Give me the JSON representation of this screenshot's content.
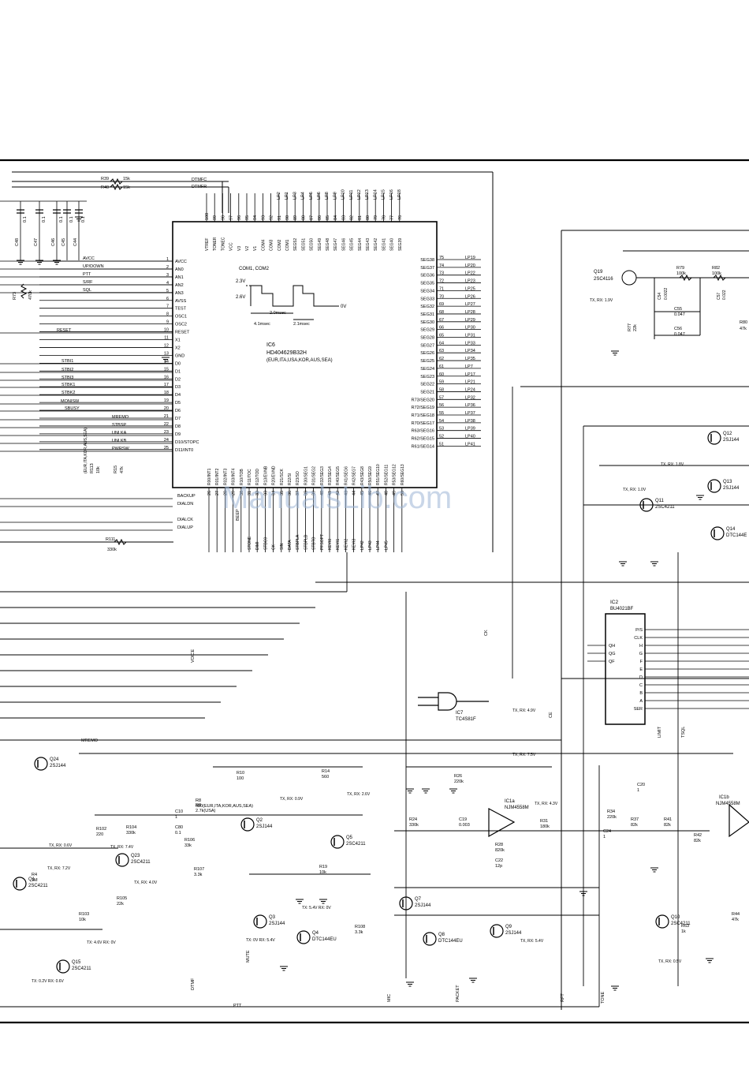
{
  "watermark": "ManualsLib.com",
  "ic6": {
    "ref": "IC6",
    "part": "HD404629B32H",
    "variant": "(EUR,ITA,USA,KOR,AUS,SEA)",
    "left_pins": [
      {
        "num": "1",
        "name": "AVCC"
      },
      {
        "num": "2",
        "name": "AN0"
      },
      {
        "num": "3",
        "name": "AN1"
      },
      {
        "num": "4",
        "name": "AN2"
      },
      {
        "num": "5",
        "name": "AN3"
      },
      {
        "num": "6",
        "name": "AVSS"
      },
      {
        "num": "7",
        "name": "TEST"
      },
      {
        "num": "8",
        "name": "OSC1"
      },
      {
        "num": "9",
        "name": "OSC2"
      },
      {
        "num": "10",
        "name": "RESET"
      },
      {
        "num": "11",
        "name": "X1"
      },
      {
        "num": "12",
        "name": "X2"
      },
      {
        "num": "13",
        "name": "GND"
      },
      {
        "num": "14",
        "name": "D0"
      },
      {
        "num": "15",
        "name": "D1"
      },
      {
        "num": "16",
        "name": "D2"
      },
      {
        "num": "17",
        "name": "D3"
      },
      {
        "num": "18",
        "name": "D4"
      },
      {
        "num": "19",
        "name": "D5"
      },
      {
        "num": "20",
        "name": "D6"
      },
      {
        "num": "21",
        "name": "D7"
      },
      {
        "num": "22",
        "name": "D8"
      },
      {
        "num": "23",
        "name": "D9"
      },
      {
        "num": "24",
        "name": "D10/STOPC"
      },
      {
        "num": "25",
        "name": "D11/INT0"
      }
    ],
    "right_pins": [
      {
        "num": "75",
        "name": "SEG38",
        "net": "LP19"
      },
      {
        "num": "74",
        "name": "SEG37",
        "net": "LP20"
      },
      {
        "num": "73",
        "name": "SEG36",
        "net": "LP22"
      },
      {
        "num": "72",
        "name": "SEG35",
        "net": "LP23"
      },
      {
        "num": "71",
        "name": "SEG34",
        "net": "LP25"
      },
      {
        "num": "70",
        "name": "SEG33",
        "net": "LP26"
      },
      {
        "num": "69",
        "name": "SEG32",
        "net": "LP27"
      },
      {
        "num": "68",
        "name": "SEG31",
        "net": "LP28"
      },
      {
        "num": "67",
        "name": "SEG30",
        "net": "LP29"
      },
      {
        "num": "66",
        "name": "SEG29",
        "net": "LP30"
      },
      {
        "num": "65",
        "name": "SEG28",
        "net": "LP31"
      },
      {
        "num": "64",
        "name": "SEG27",
        "net": "LP33"
      },
      {
        "num": "63",
        "name": "SEG26",
        "net": "LP34"
      },
      {
        "num": "62",
        "name": "SEG25",
        "net": "LP35"
      },
      {
        "num": "61",
        "name": "SEG24",
        "net": "LP7"
      },
      {
        "num": "60",
        "name": "SEG23",
        "net": "LP17"
      },
      {
        "num": "59",
        "name": "SEG22",
        "net": "LP21"
      },
      {
        "num": "58",
        "name": "SEG21",
        "net": "LP24"
      },
      {
        "num": "57",
        "name": "R73/SEG20",
        "net": "LP32"
      },
      {
        "num": "56",
        "name": "R72/SEG19",
        "net": "LP36"
      },
      {
        "num": "55",
        "name": "R71/SEG18",
        "net": "LP37"
      },
      {
        "num": "54",
        "name": "R70/SEG17",
        "net": "LP38"
      },
      {
        "num": "53",
        "name": "R63/SEG16",
        "net": "LP39"
      },
      {
        "num": "52",
        "name": "R62/SEG15",
        "net": "LP40"
      },
      {
        "num": "51",
        "name": "R61/SEG14",
        "net": "LP41"
      }
    ],
    "top_pins": [
      {
        "num": "100",
        "name": "VTREF"
      },
      {
        "num": "99",
        "name": "TONER"
      },
      {
        "num": "98",
        "name": "TONEC"
      },
      {
        "num": "97",
        "name": "VCC"
      },
      {
        "num": "96",
        "name": "V3"
      },
      {
        "num": "95",
        "name": "V2"
      },
      {
        "num": "94",
        "name": "V1"
      },
      {
        "num": "93",
        "name": "COM4"
      },
      {
        "num": "92",
        "name": "COM3"
      },
      {
        "num": "91",
        "name": "COM2"
      },
      {
        "num": "90",
        "name": "COM1"
      },
      {
        "num": "89",
        "name": "SEG52"
      },
      {
        "num": "88",
        "name": "SEG51"
      },
      {
        "num": "87",
        "name": "SEG50"
      },
      {
        "num": "86",
        "name": "SEG49"
      },
      {
        "num": "85",
        "name": "SEG48"
      },
      {
        "num": "84",
        "name": "SEG47"
      },
      {
        "num": "83",
        "name": "SEG46"
      },
      {
        "num": "82",
        "name": "SEG45"
      },
      {
        "num": "81",
        "name": "SEG44"
      },
      {
        "num": "80",
        "name": "SEG43"
      },
      {
        "num": "79",
        "name": "SEG42"
      },
      {
        "num": "78",
        "name": "SEG41"
      },
      {
        "num": "77",
        "name": "SEG40"
      },
      {
        "num": "76",
        "name": "SEG39"
      }
    ],
    "top_nets": [
      "LP2",
      "LP1",
      "LP3",
      "LP4",
      "LP5",
      "LP6",
      "LP8",
      "LP9",
      "LP10",
      "LP11",
      "LP12",
      "LP13",
      "LP14",
      "LP15",
      "LP16",
      "LP18"
    ],
    "bottom_pins": [
      {
        "num": "26",
        "name": "R00/INT1"
      },
      {
        "num": "27",
        "name": "R01/INT2"
      },
      {
        "num": "28",
        "name": "R02/INT3"
      },
      {
        "num": "29",
        "name": "R03/INT4"
      },
      {
        "num": "30",
        "name": "R10/TOB"
      },
      {
        "num": "31",
        "name": "R11/TOC"
      },
      {
        "num": "32",
        "name": "R12/TOD"
      },
      {
        "num": "33",
        "name": "R13/EVNB"
      },
      {
        "num": "34",
        "name": "R20/EVND"
      },
      {
        "num": "35",
        "name": "R21/SCK"
      },
      {
        "num": "36",
        "name": "R22/SI"
      },
      {
        "num": "37",
        "name": "R23/SO"
      },
      {
        "num": "38",
        "name": "R30/SEG1"
      },
      {
        "num": "39",
        "name": "R31/SEG2"
      },
      {
        "num": "40",
        "name": "R32/SEG3"
      },
      {
        "num": "41",
        "name": "R33/SEG4"
      },
      {
        "num": "42",
        "name": "R40/SEG5"
      },
      {
        "num": "43",
        "name": "R41/SEG6"
      },
      {
        "num": "44",
        "name": "R42/SEG7"
      },
      {
        "num": "45",
        "name": "R43/SEG8"
      },
      {
        "num": "46",
        "name": "R50/SEG9"
      },
      {
        "num": "47",
        "name": "R51/SEG10"
      },
      {
        "num": "48",
        "name": "R52/SEG11"
      },
      {
        "num": "49",
        "name": "R53/SEG12"
      },
      {
        "num": "50",
        "name": "R60/SEG13"
      }
    ],
    "bottom_nets": [
      "STONE",
      "DIMI",
      "STBC0",
      "CK",
      "SIN",
      "DATA",
      "STBPLA",
      "STBPLB",
      "STBTO",
      "PFSOPT",
      "KEYI0",
      "KEYI1",
      "KEYI2",
      "KEYI3",
      "LP42",
      "LP43",
      "LP44",
      "LP45"
    ]
  },
  "lcd_waveform": {
    "title": "COM1, COM2",
    "v_high": "2.3V",
    "v_mid": "2.6V",
    "v_zero": "0V",
    "t1": "4.1msec",
    "t2": "2.0msec",
    "t3": "2.1msec"
  },
  "signals_left": [
    "AVCC",
    "UP/DOWN",
    "PTT",
    "S/RF",
    "SQL",
    "RESET",
    "STBI1",
    "STBI2",
    "STBI3",
    "STBK1",
    "STBK2",
    "MONISW",
    "SBUSY",
    "MREMO",
    "STBSP",
    "UNLKA",
    "UNLKB",
    "PWRSW",
    "BACKUP",
    "DIALDN",
    "DIALCK",
    "DIALUP",
    "DTMFC",
    "DTMFR",
    "BEEP"
  ],
  "signals_misc": [
    "VOICE",
    "MREMO",
    "DTMF",
    "MUTE",
    "PTT",
    "MIC",
    "PACKET",
    "RFT",
    "TONE",
    "LIMIT",
    "TSQL",
    "CK",
    "CE"
  ],
  "top_resistors": [
    {
      "ref": "R39",
      "val": "15k"
    },
    {
      "ref": "R40",
      "val": "15k"
    }
  ],
  "left_caps": [
    {
      "ref": "C48",
      "val": "0.1"
    },
    {
      "ref": "C47",
      "val": "0.1"
    },
    {
      "ref": "C46",
      "val": "0.1"
    },
    {
      "ref": "C45",
      "val": "0.1"
    },
    {
      "ref": "C44",
      "val": "0.1"
    }
  ],
  "r73": {
    "ref": "R73",
    "val": "470k"
  },
  "r113": {
    "ref": "R113",
    "val": "10k",
    "note": "(EUR,ITA,KOR,AUS,SEA)"
  },
  "r15": {
    "ref": "R15",
    "val": "47k"
  },
  "r111": {
    "ref": "R111",
    "val": "330k"
  },
  "right_top": [
    {
      "ref": "Q19",
      "part": "2SC4116"
    },
    {
      "ref": "R79",
      "val": "100k"
    },
    {
      "ref": "R82",
      "val": "100k"
    },
    {
      "ref": "C54",
      "val": "0.0022"
    },
    {
      "ref": "C55",
      "val": "0.047"
    },
    {
      "ref": "C56",
      "val": "0.047"
    },
    {
      "ref": "C57",
      "val": "0.022"
    },
    {
      "ref": "R77",
      "val": "22k"
    },
    {
      "ref": "R80",
      "val": "47k"
    }
  ],
  "txrx_labels": [
    "TX, RX: 1.9V",
    "TX, RX: 1.8V",
    "TX, RX: 1.0V",
    "TX, RX: 7.5V",
    "TX, RX: 4.9V",
    "TX, RX: 4.3V",
    "TX, RX: 2.6V",
    "TX, RX: 0.9V",
    "TX, RX: 7.2V",
    "TX, RX: 7.4V",
    "TX, RX: 4.0V",
    "TX, RX: 0.6V",
    "TX, RX: 5.4V",
    "TX, RX: 0.5V",
    "TX: 4.6V RX: 0V",
    "TX: 0V RX: 5.4V",
    "TX: 5.4V RX: 0V",
    "TX: 0.2V RX: 0.6V"
  ],
  "ic2": {
    "ref": "IC2",
    "part": "BU4021BF",
    "pins_left": [
      "QH",
      "QG",
      "QF"
    ],
    "pins_right": [
      "P/S",
      "CLK",
      "H",
      "G",
      "F",
      "E",
      "D",
      "C",
      "B",
      "A",
      "SER"
    ]
  },
  "ic7": {
    "ref": "IC7",
    "part": "TC4S81F"
  },
  "ic1a": {
    "ref": "IC1a",
    "part": "NJM4558M"
  },
  "ic1b": {
    "ref": "IC1b",
    "part": "NJM4558M"
  },
  "transistors": [
    {
      "ref": "Q12",
      "part": "2SJ144"
    },
    {
      "ref": "Q13",
      "part": "2SJ144"
    },
    {
      "ref": "Q11",
      "part": "2SC4211"
    },
    {
      "ref": "Q14",
      "part": "DTC144E"
    },
    {
      "ref": "Q24",
      "part": "2SJ144"
    },
    {
      "ref": "Q1",
      "part": "2SC4211"
    },
    {
      "ref": "Q23",
      "part": "2SC4211"
    },
    {
      "ref": "Q15",
      "part": "2SC4211"
    },
    {
      "ref": "Q2",
      "part": "2SJ144"
    },
    {
      "ref": "Q3",
      "part": "2SJ144"
    },
    {
      "ref": "Q4",
      "part": "DTC144EU"
    },
    {
      "ref": "Q5",
      "part": "2SC4211"
    },
    {
      "ref": "Q7",
      "part": "2SJ144"
    },
    {
      "ref": "Q8",
      "part": "DTC144EU"
    },
    {
      "ref": "Q9",
      "part": "2SJ144"
    },
    {
      "ref": "Q10",
      "part": "2SC4211"
    }
  ],
  "mid_parts": [
    {
      "ref": "R10",
      "val": "100"
    },
    {
      "ref": "R14",
      "val": "560"
    },
    {
      "ref": "R8",
      "val": "680(EUR,ITA,KOR,AUS,SEA)"
    },
    {
      "ref": "R8",
      "val": "2.7k(USA)"
    },
    {
      "ref": "R102",
      "val": "220"
    },
    {
      "ref": "R104",
      "val": "330k"
    },
    {
      "ref": "C10",
      "val": "1"
    },
    {
      "ref": "C80",
      "val": "0.1"
    },
    {
      "ref": "R106",
      "val": "33k"
    },
    {
      "ref": "R107",
      "val": "3.3k"
    },
    {
      "ref": "R4",
      "val": "1M"
    },
    {
      "ref": "R103",
      "val": "10k"
    },
    {
      "ref": "R105",
      "val": "22k"
    },
    {
      "ref": "R108",
      "val": "3.3k"
    },
    {
      "ref": "R19",
      "val": "10k"
    },
    {
      "ref": "R26",
      "val": "220k"
    },
    {
      "ref": "R24",
      "val": "330k"
    },
    {
      "ref": "R28",
      "val": "820k"
    },
    {
      "ref": "C22",
      "val": "12p"
    },
    {
      "ref": "R31",
      "val": "180k"
    },
    {
      "ref": "C19",
      "val": "0.003"
    },
    {
      "ref": "R34",
      "val": "220k"
    },
    {
      "ref": "R37",
      "val": "82k"
    },
    {
      "ref": "R41",
      "val": "82k"
    },
    {
      "ref": "R42",
      "val": "82k"
    },
    {
      "ref": "C24",
      "val": "1"
    },
    {
      "ref": "C20",
      "val": "1"
    },
    {
      "ref": "R44",
      "val": "47k"
    },
    {
      "ref": "R63",
      "val": "1k"
    }
  ]
}
